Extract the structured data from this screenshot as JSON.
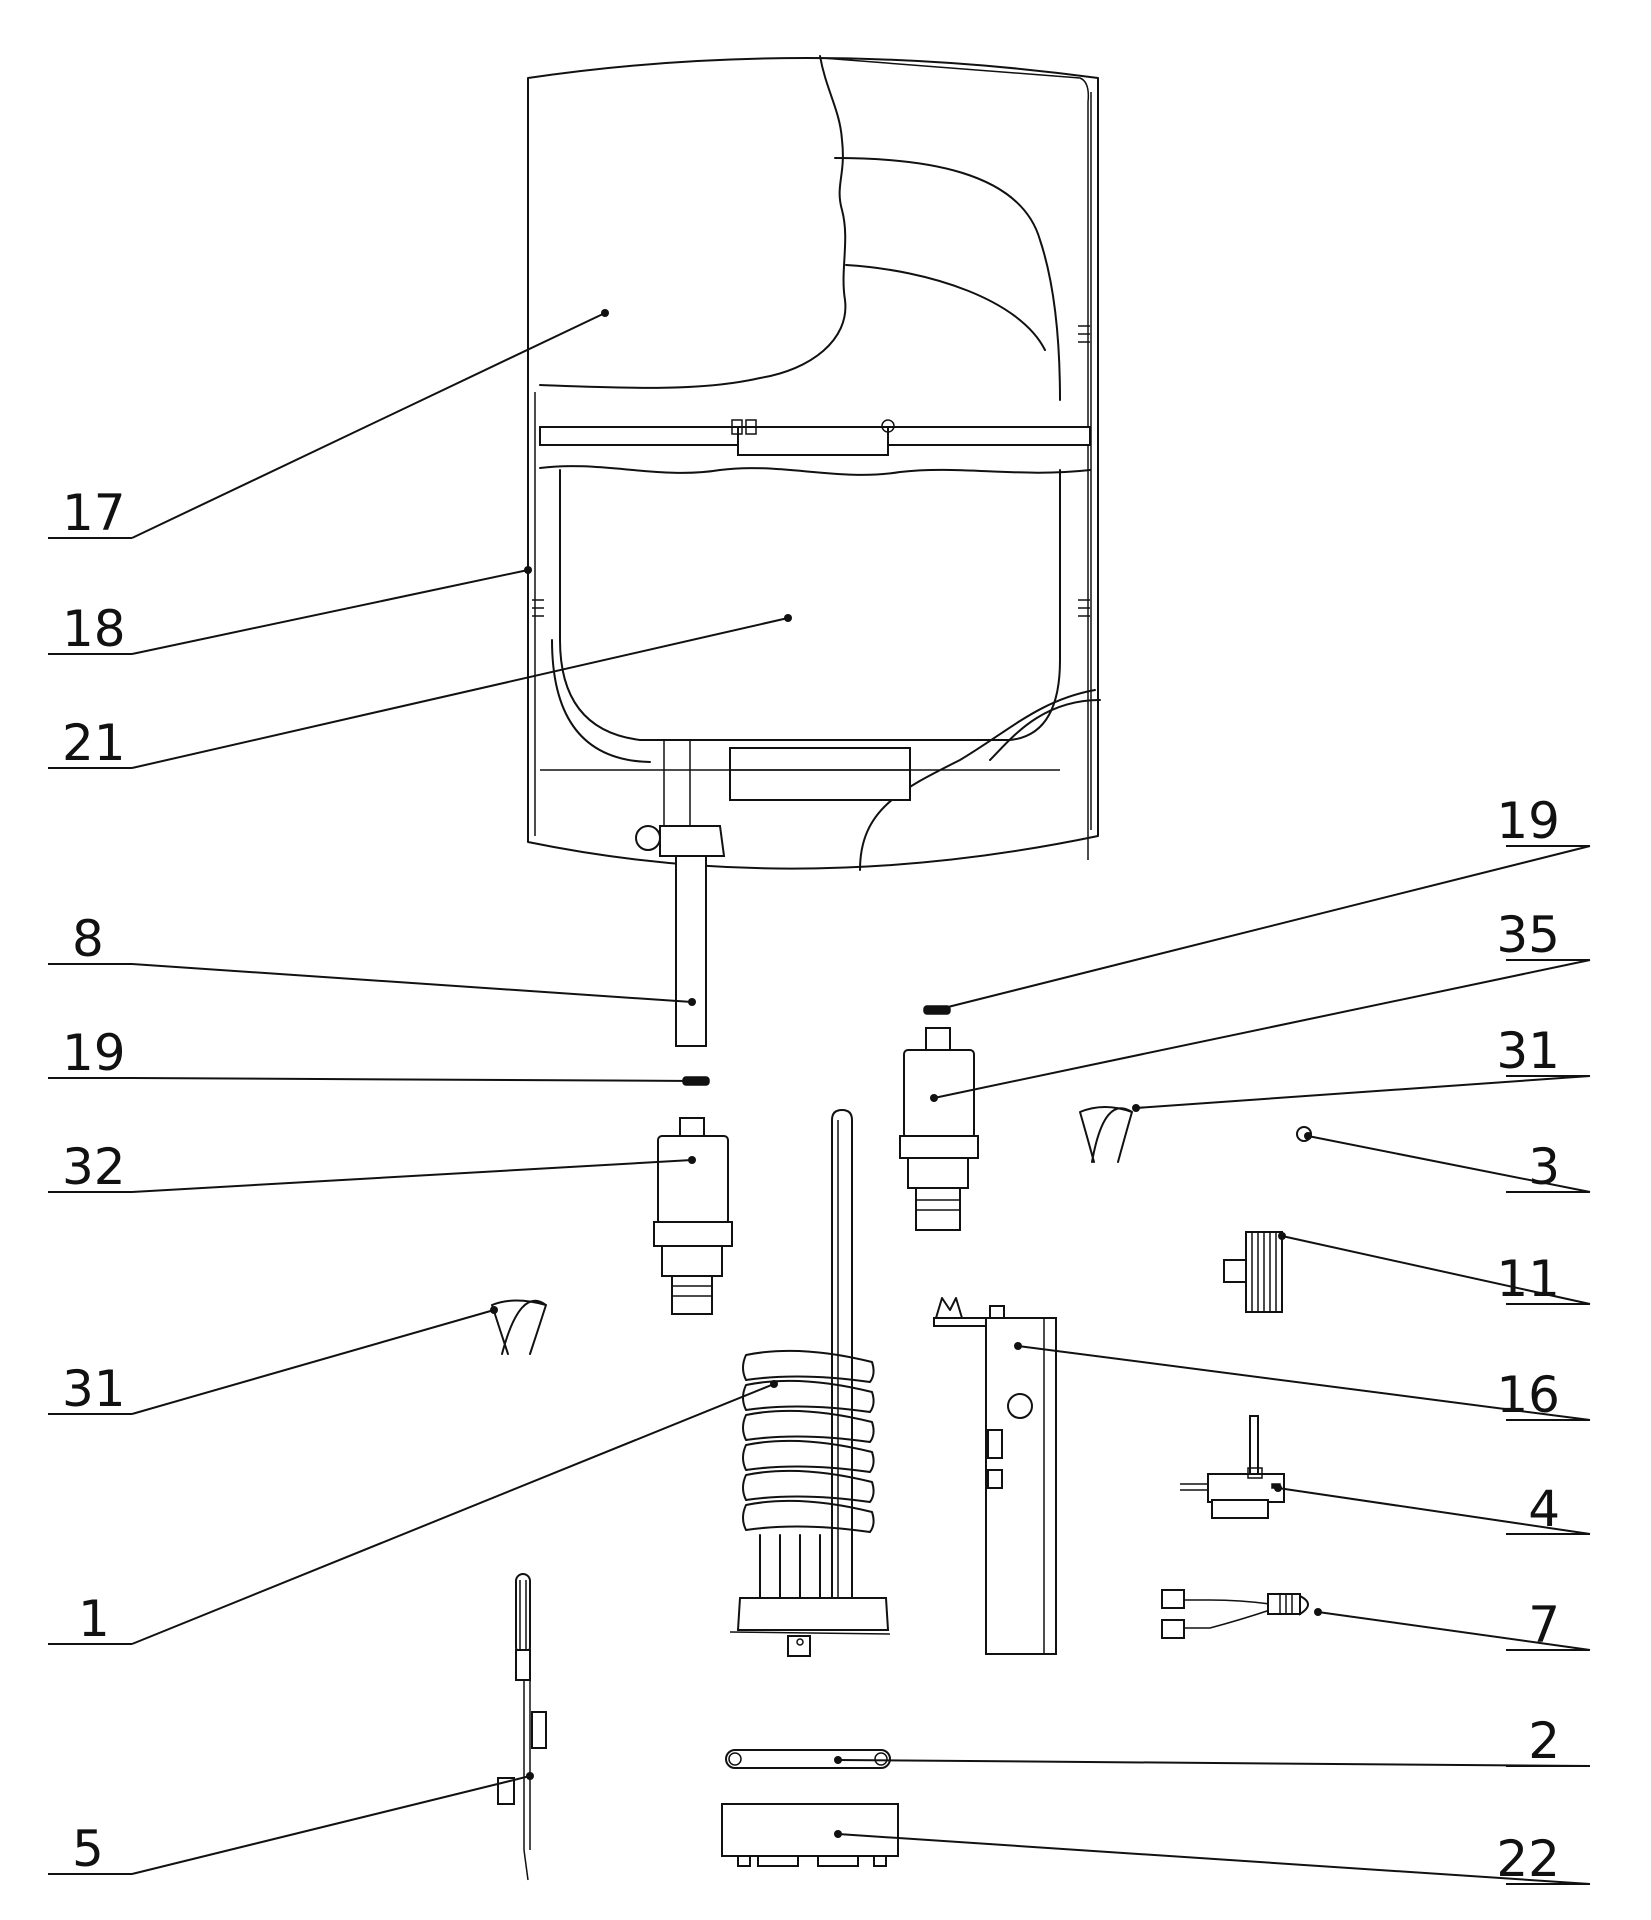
{
  "diagram": {
    "callouts": {
      "c17": "17",
      "c18": "18",
      "c21": "21",
      "c8": "8",
      "c19a": "19",
      "c32": "32",
      "c31a": "31",
      "c1": "1",
      "c5": "5",
      "c19b": "19",
      "c35": "35",
      "c31b": "31",
      "c3": "3",
      "c11": "11",
      "c16": "16",
      "c4": "4",
      "c7": "7",
      "c2": "2",
      "c22": "22"
    }
  }
}
